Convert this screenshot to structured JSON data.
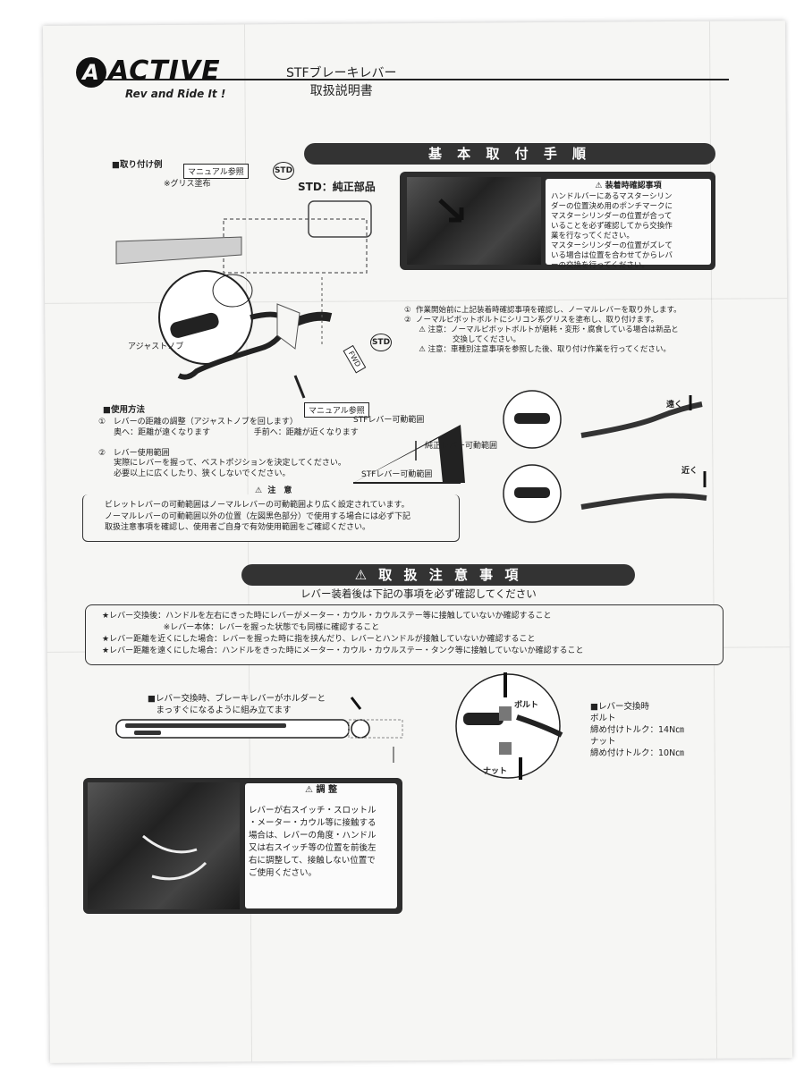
{
  "header": {
    "logo_mark": "A",
    "logo": "ACTIVE",
    "tagline": "Rev and Ride It !",
    "title_line1": "STFブレーキレバー",
    "title_line2": "取扱説明書"
  },
  "install": {
    "banner": "基 本 取 付 手 順",
    "example_label": "■取り付け例",
    "manual_ref": "マニュアル参照",
    "grease_note": "※グリス塗布",
    "std_badge": "STD",
    "std_legend": "STD：純正部品",
    "adjust_knob": "アジャストノブ",
    "fwd": "FWD",
    "manual_ref_2": "マニュアル参照",
    "caution_title": "装着時確認事項",
    "caution_body": "ハンドルバーにあるマスターシリン\nダーの位置決め用のポンチマークに\nマスターシリンダーの位置が合って\nいることを必ず確認してから交換作\n業を行なってください。\nマスターシリンダーの位置がズレて\nいる場合は位置を合わせてからレバ\nーの交換を行ってください。",
    "steps": "①  作業開始前に上記装着時確認事項を確認し、ノーマルレバーを取り外します。\n②  ノーマルピボットボルトにシリコン系グリスを塗布し、取り付けます。\n      ⚠ 注意：ノーマルピボットボルトが磨耗・変形・腐食している場合は新品と\n                    交換してください。\n      ⚠ 注意：車種別注意事項を参照した後、取り付け作業を行ってください。"
  },
  "usage": {
    "title": "■使用方法",
    "body": "①   レバーの距離の調整（アジャストノブを回します）\n      奥へ：距離が遠くなります                 手前へ：距離が近くなります\n\n②   レバー使用範囲\n      実際にレバーを握って、ベストポジションを決定してください。\n      必要以上に広くしたり、狭くしないでください。",
    "range_label_top": "STFレバー可動範囲",
    "range_label_mid": "純正レバー可動範囲",
    "range_label_bottom": "STFレバー可動範囲",
    "far": "遠く",
    "near": "近く",
    "caution_title": "注　意",
    "caution_body": "ビレットレバーの可動範囲はノーマルレバーの可動範囲より広く設定されています。\nノーマルレバーの可動範囲以外の位置（左図黒色部分）で使用する場合には必ず下記\n取扱注意事項を確認し、使用者ご自身で有効使用範囲をご確認ください。"
  },
  "handling": {
    "banner": "⚠ 取 扱 注 意 事 項",
    "subtitle": "レバー装着後は下記の事項を必ず確認してください",
    "items": [
      "★レバー交換後：ハンドルを左右にきった時にレバーがメーター・カウル・カウルステー等に接触していないか確認すること",
      "                        ※レバー本体：レバーを握った状態でも同様に確認すること",
      "★レバー距離を近くにした場合：レバーを握った時に指を挟んだり、レバーとハンドルが接触していないか確認すること",
      "★レバー距離を遠くにした場合：ハンドルをきった時にメーター・カウル・カウルステー・タンク等に接触していないか確認すること"
    ],
    "assembly_note": "■レバー交換時、ブレーキレバーがホルダーと\n　まっすぐになるように組み立てます",
    "bolt": "ボルト",
    "nut": "ナット",
    "torque": "■レバー交換時\nボルト\n締め付けトルク：14N㎝\nナット\n締め付けトルク：10N㎝"
  },
  "adjust": {
    "title": "調 整",
    "body": "レバーが右スイッチ・スロットル\n・メーター・カウル等に接触する\n場合は、レバーの角度・ハンドル\n又は右スイッチ等の位置を前後左\n右に調整して、接触しない位置で\nご使用ください。"
  }
}
